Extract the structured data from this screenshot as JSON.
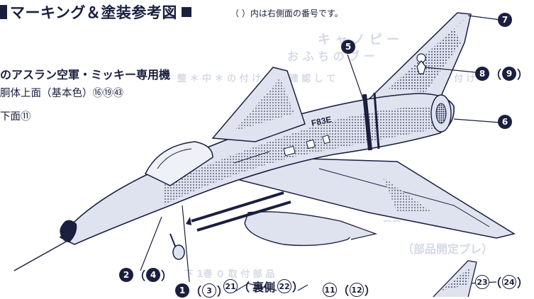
{
  "header": {
    "title": "マーキング＆塗装参考図",
    "note": "（  ）内は右側面の番号です。"
  },
  "legend": {
    "line1": "のアスラン空軍・ミッキー専用機",
    "line2": "胴体上面（基本色）⑯⑲㊸",
    "line3": "下面⑪"
  },
  "aircraft": {
    "serial": "F83E"
  },
  "callouts": {
    "c2": {
      "num": "2",
      "paren": "4"
    },
    "c1": {
      "num": "1",
      "paren": "3"
    },
    "c21": {
      "num": "21",
      "text": "裏側",
      "num2": "22"
    },
    "c11": {
      "num": "11",
      "paren": "12"
    },
    "c23": {
      "num": "23",
      "paren": "24"
    },
    "c5": {
      "num": "5"
    },
    "c6": {
      "num": "6"
    },
    "c7": {
      "num": "7"
    },
    "c8": {
      "num": "8",
      "paren": "9"
    }
  },
  "colors": {
    "ink": "#1a1f3f",
    "hull": "#dfe3ef",
    "background_text": "#d5d9e6"
  }
}
